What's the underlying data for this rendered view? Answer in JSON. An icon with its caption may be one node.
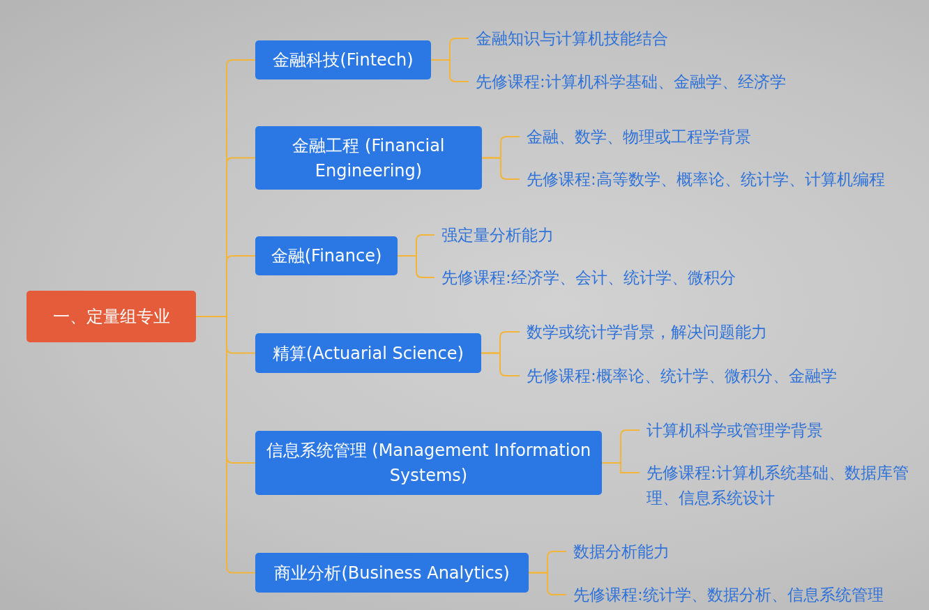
{
  "diagram": {
    "nodes": [
      {
        "text": [
          "一、定量组专业"
        ]
      },
      {
        "text": [
          "金融科技(Fintech)"
        ]
      },
      {
        "text": [
          "金融知识与计算机技能结合"
        ]
      },
      {
        "text": [
          "先修课程:计算机科学基础、金融学、经济学"
        ]
      },
      {
        "text": [
          "金融工程 (Financial Engineering)"
        ]
      },
      {
        "text": [
          "金融、数学、物理或工程学背景"
        ]
      },
      {
        "text": [
          "先修课程:高等数学、概率论、统计学、计算机编程"
        ]
      },
      {
        "text": [
          "金融(Finance)"
        ]
      },
      {
        "text": [
          "强定量分析能力"
        ]
      },
      {
        "text": [
          "先修课程:经济学、会计、统计学、微积分"
        ]
      },
      {
        "text": [
          "精算(Actuarial Science)"
        ]
      },
      {
        "text": [
          "数学或统计学背景，解决问题能力"
        ]
      },
      {
        "text": [
          "先修课程:概率论、统计学、微积分、金融学"
        ]
      },
      {
        "text": [
          "信息系统管理 (Management Information Systems)"
        ]
      },
      {
        "text": [
          "计算机科学或管理学背景"
        ]
      },
      {
        "text": [
          "先修课程:计算机系统基础、数据库管理、信息系统设计"
        ]
      },
      {
        "text": [
          "商业分析(Business Analytics)"
        ]
      },
      {
        "text": [
          "数据分析能力"
        ]
      },
      {
        "text": [
          "先修课程:统计学、数据分析、信息系统管理"
        ]
      }
    ],
    "edges": [
      {
        "from": 0,
        "to": 1,
        "arrow": "none"
      },
      {
        "from": 1,
        "to": 2,
        "arrow": "none"
      },
      {
        "from": 1,
        "to": 3,
        "arrow": "none"
      },
      {
        "from": 0,
        "to": 4,
        "arrow": "none"
      },
      {
        "from": 4,
        "to": 5,
        "arrow": "none"
      },
      {
        "from": 4,
        "to": 6,
        "arrow": "none"
      },
      {
        "from": 0,
        "to": 7,
        "arrow": "none"
      },
      {
        "from": 7,
        "to": 8,
        "arrow": "none"
      },
      {
        "from": 7,
        "to": 9,
        "arrow": "none"
      },
      {
        "from": 0,
        "to": 10,
        "arrow": "none"
      },
      {
        "from": 10,
        "to": 11,
        "arrow": "none"
      },
      {
        "from": 10,
        "to": 12,
        "arrow": "none"
      },
      {
        "from": 0,
        "to": 13,
        "arrow": "none"
      },
      {
        "from": 13,
        "to": 14,
        "arrow": "none"
      },
      {
        "from": 13,
        "to": 15,
        "arrow": "none"
      },
      {
        "from": 0,
        "to": 16,
        "arrow": "none"
      },
      {
        "from": 16,
        "to": 17,
        "arrow": "none"
      },
      {
        "from": 16,
        "to": 18,
        "arrow": "none"
      }
    ]
  }
}
